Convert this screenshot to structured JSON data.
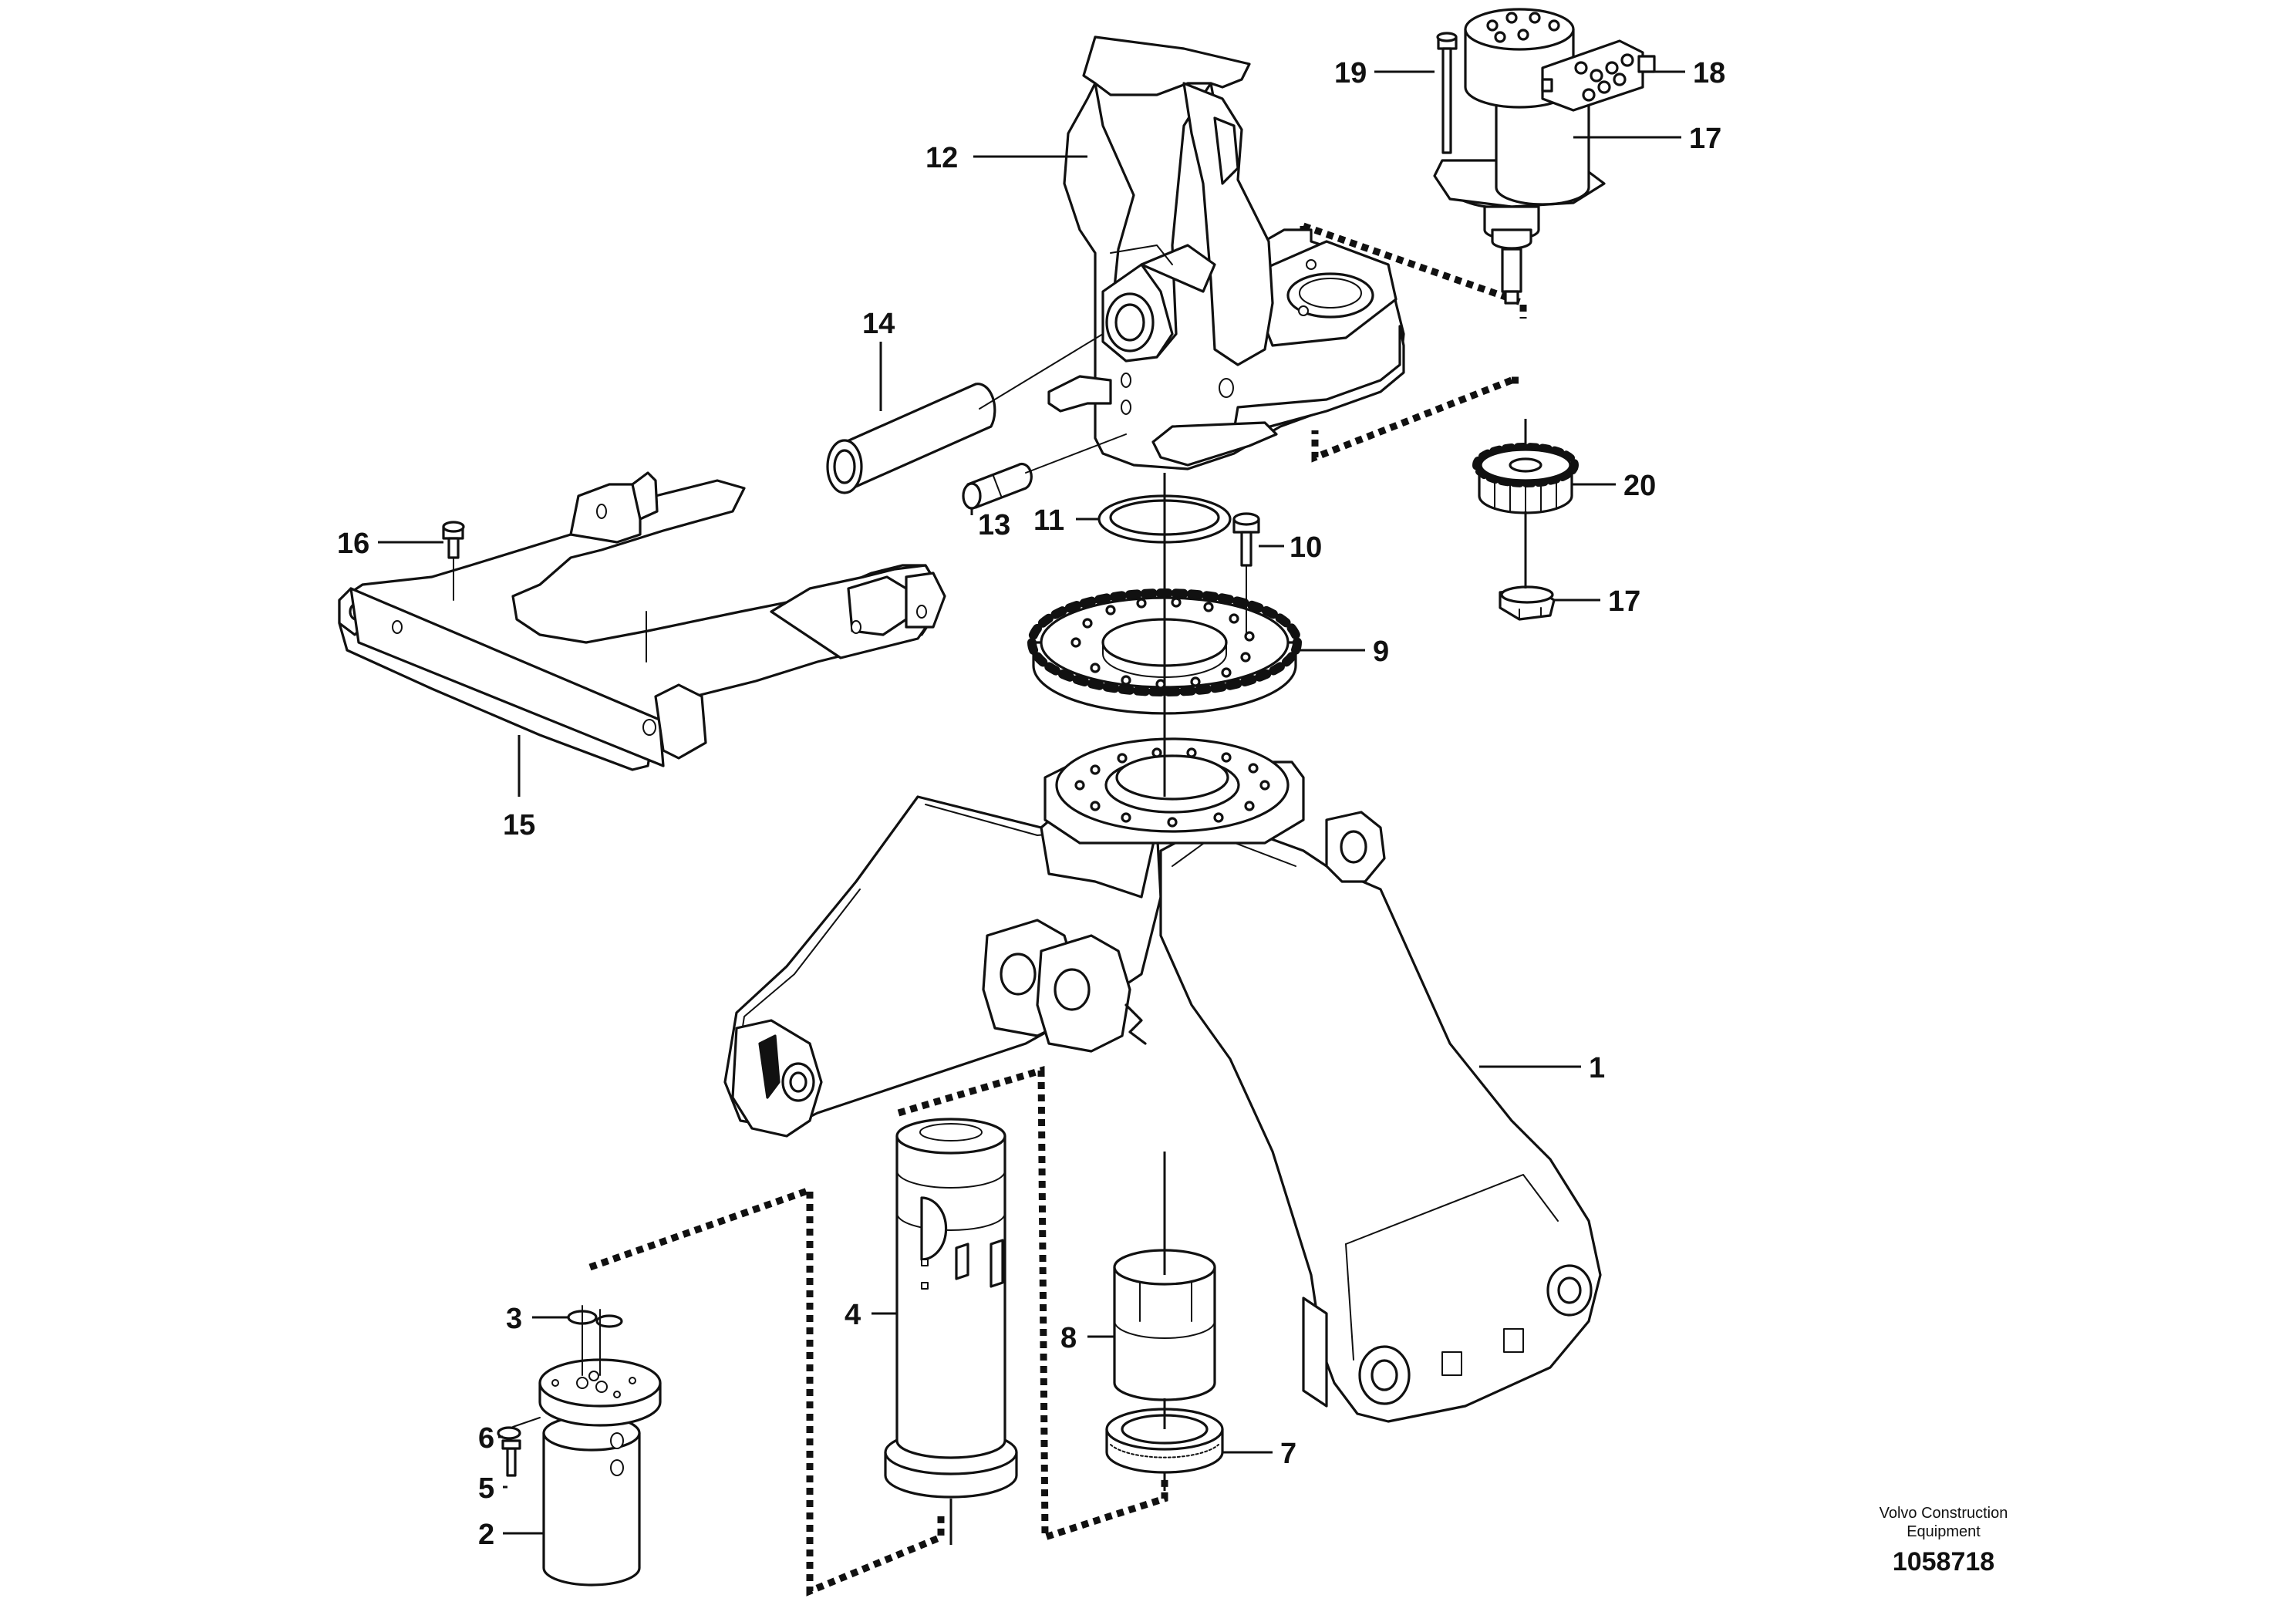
{
  "labels": {
    "p1": "1",
    "p2": "2",
    "p3": "3",
    "p4": "4",
    "p5": "5",
    "p6": "6",
    "p7": "7",
    "p8": "8",
    "p9": "9",
    "p10": "10",
    "p11": "11",
    "p12": "12",
    "p13": "13",
    "p14": "14",
    "p15": "15",
    "p16": "16",
    "p17a": "17",
    "p17b": "17",
    "p18": "18",
    "p19": "19",
    "p20": "20"
  },
  "footer": {
    "brand_line1": "Volvo Construction",
    "brand_line2": "Equipment",
    "drawing_number": "1058718"
  }
}
